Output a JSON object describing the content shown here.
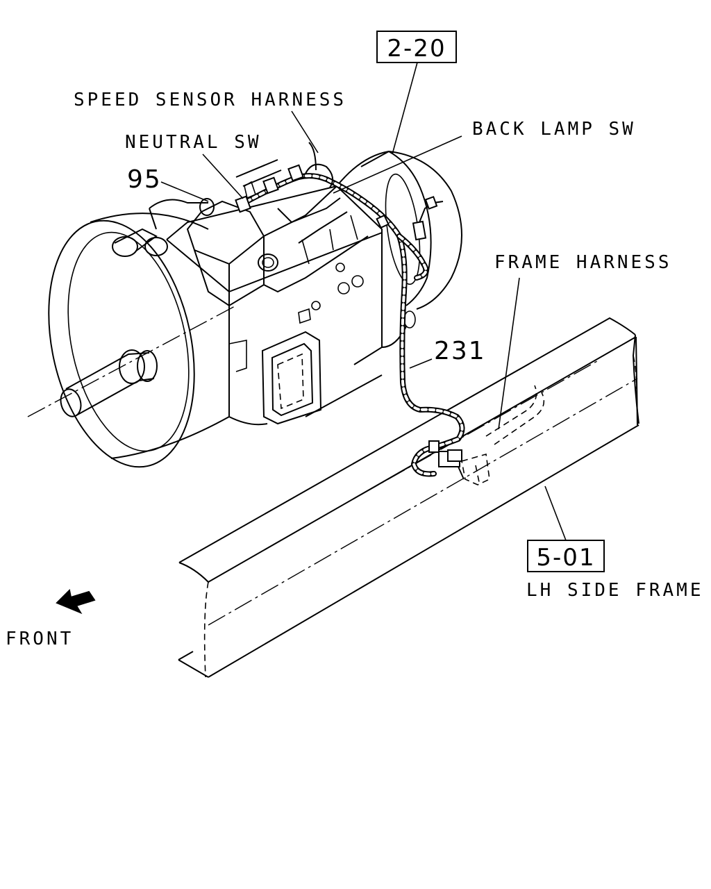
{
  "figure": {
    "refs": {
      "ref_2_20": "2-20",
      "ref_5_01": "5-01"
    },
    "labels": {
      "speed_sensor_harness": "SPEED SENSOR HARNESS",
      "neutral_sw": "NEUTRAL SW",
      "back_lamp_sw": "BACK LAMP SW",
      "frame_harness": "FRAME HARNESS",
      "lh_side_frame": "LH SIDE FRAME",
      "front": "FRONT"
    },
    "part_numbers": {
      "p95": "95",
      "p231": "231"
    }
  }
}
